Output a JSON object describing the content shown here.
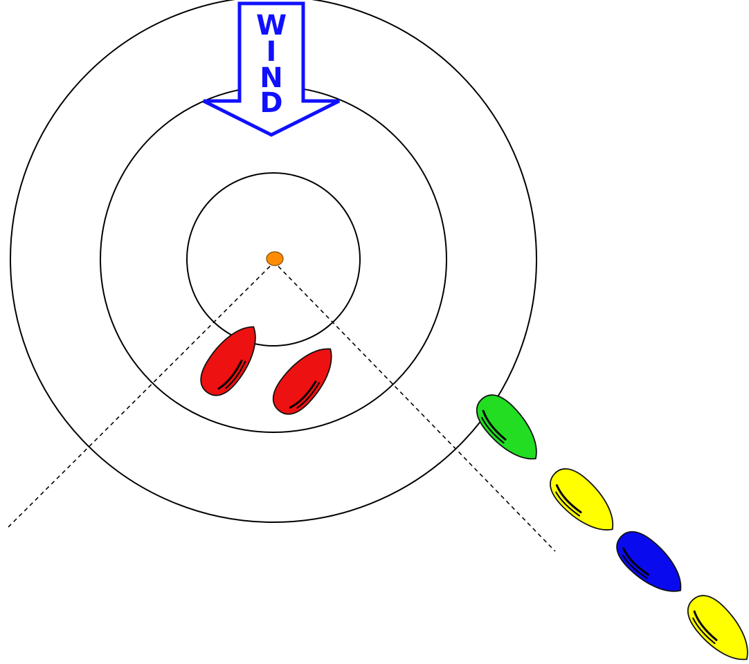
{
  "wind": {
    "letters": [
      "W",
      "I",
      "N",
      "D"
    ],
    "color": "#1010ff"
  },
  "colors": {
    "ring_stroke": "#000000",
    "mark_fill": "#ff8c00",
    "boat_outline": "#111111"
  },
  "boats": [
    {
      "name": "red-boat-1",
      "color": "#ee1111"
    },
    {
      "name": "red-boat-2",
      "color": "#ee1111"
    },
    {
      "name": "green-boat",
      "color": "#22dd22"
    },
    {
      "name": "yellow-boat-1",
      "color": "#ffff00"
    },
    {
      "name": "blue-boat",
      "color": "#0a0aee"
    },
    {
      "name": "yellow-boat-2",
      "color": "#ffff00"
    }
  ]
}
